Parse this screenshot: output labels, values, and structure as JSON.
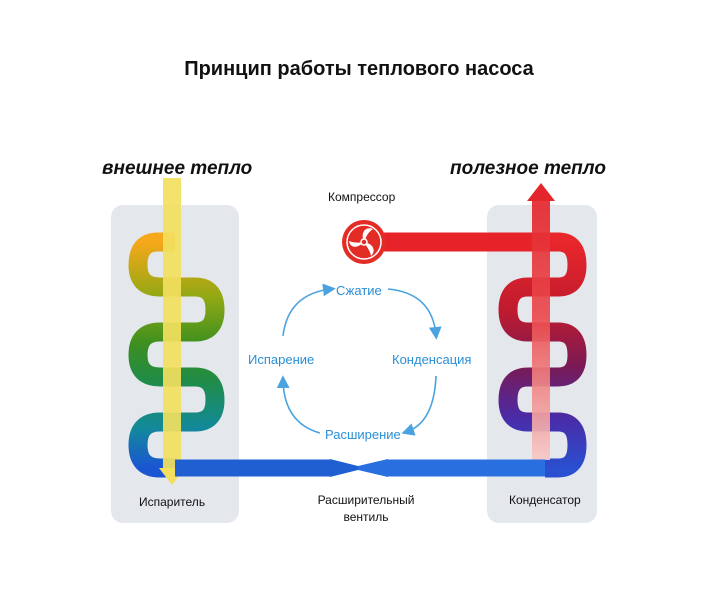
{
  "title": "Принцип работы теплового насоса",
  "labels": {
    "external_heat": "внешнее тепло",
    "useful_heat": "полезное тепло",
    "compressor": "Компрессор",
    "evaporator": "Испаритель",
    "condenser": "Конденсатор",
    "valve_line1": "Расширительный",
    "valve_line2": "вентиль"
  },
  "cycle": {
    "top": "Сжатие",
    "right": "Конденсация",
    "bottom": "Расширение",
    "left": "Испарение"
  },
  "colors": {
    "panel": "#e4e8ed",
    "external_heat_stream": "#f2df5e",
    "useful_heat_stream": "#e3262c",
    "pipe_warm": "#f5a71b",
    "pipe_hot": "#e7232a",
    "pipe_cold": "#1f5fd2",
    "cycle_arrow": "#4aa3e0",
    "compressor": "#e32c25"
  }
}
